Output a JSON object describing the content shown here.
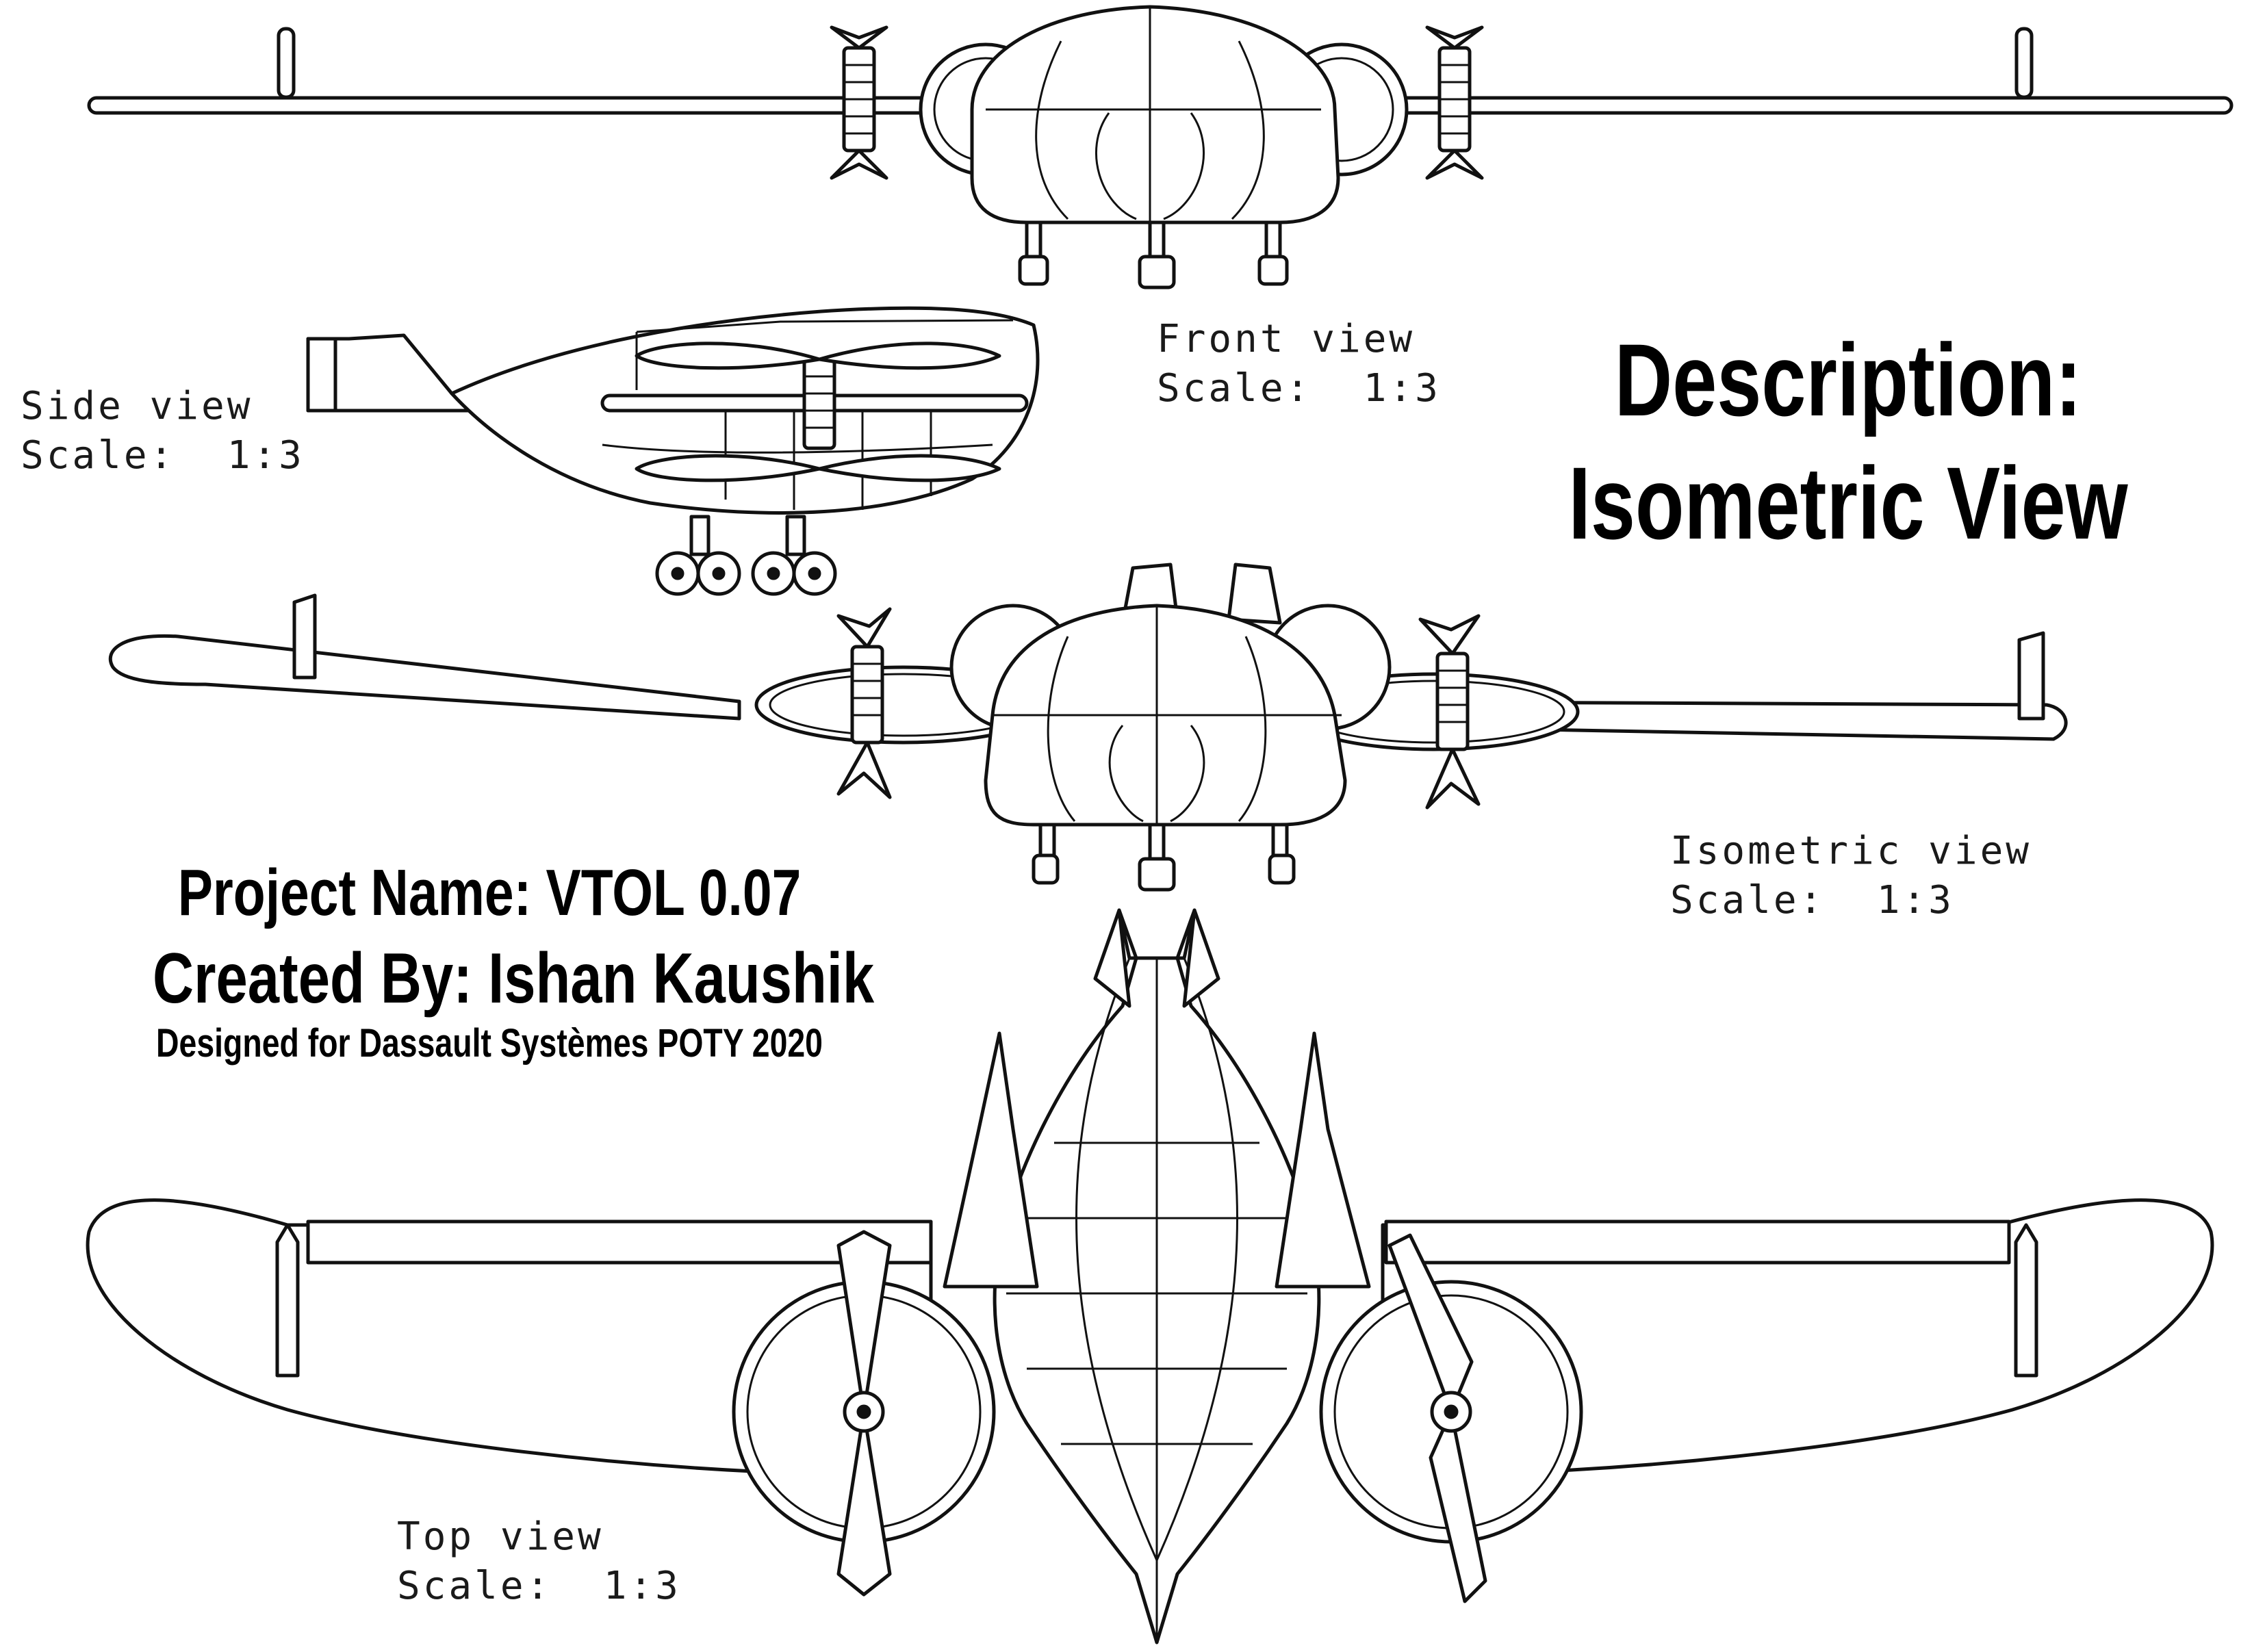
{
  "views": {
    "front": {
      "name": "Front view",
      "scale": "Scale:  1:3"
    },
    "side": {
      "name": "Side view",
      "scale": "Scale:  1:3"
    },
    "isometric": {
      "name": "Isometric view",
      "scale": "Scale:  1:3"
    },
    "top": {
      "name": "Top view",
      "scale": "Scale:  1:3"
    }
  },
  "description": {
    "title": "Description:",
    "subtitle": "Isometric View"
  },
  "project": {
    "name": "Project Name: VTOL 0.07",
    "creator": "Created By: Ishan Kaushik",
    "note": "Designed for Dassault Systèmes POTY 2020"
  },
  "colors": {
    "line": "#111111",
    "paper": "#ffffff"
  }
}
